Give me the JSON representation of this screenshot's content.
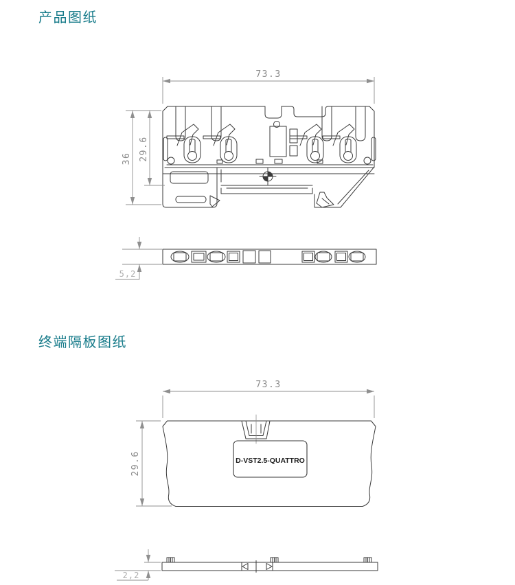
{
  "colors": {
    "heading": "#177b8a",
    "drawing_line": "#3a3a3a",
    "dimension_line": "#8f8f8f",
    "dimension_text": "#8a8a8a",
    "dimension_text_light": "#adadad"
  },
  "product_section": {
    "heading": "产品图纸",
    "dimensions": {
      "width": "73.3",
      "total_height": "36",
      "body_height": "29.6",
      "base_thickness": "5,2"
    }
  },
  "endplate_section": {
    "heading": "终端隔板图纸",
    "part_label": "D-VST2.5-QUATTRO",
    "dimensions": {
      "width": "73.3",
      "height": "29.6",
      "thickness": "2,2"
    }
  }
}
